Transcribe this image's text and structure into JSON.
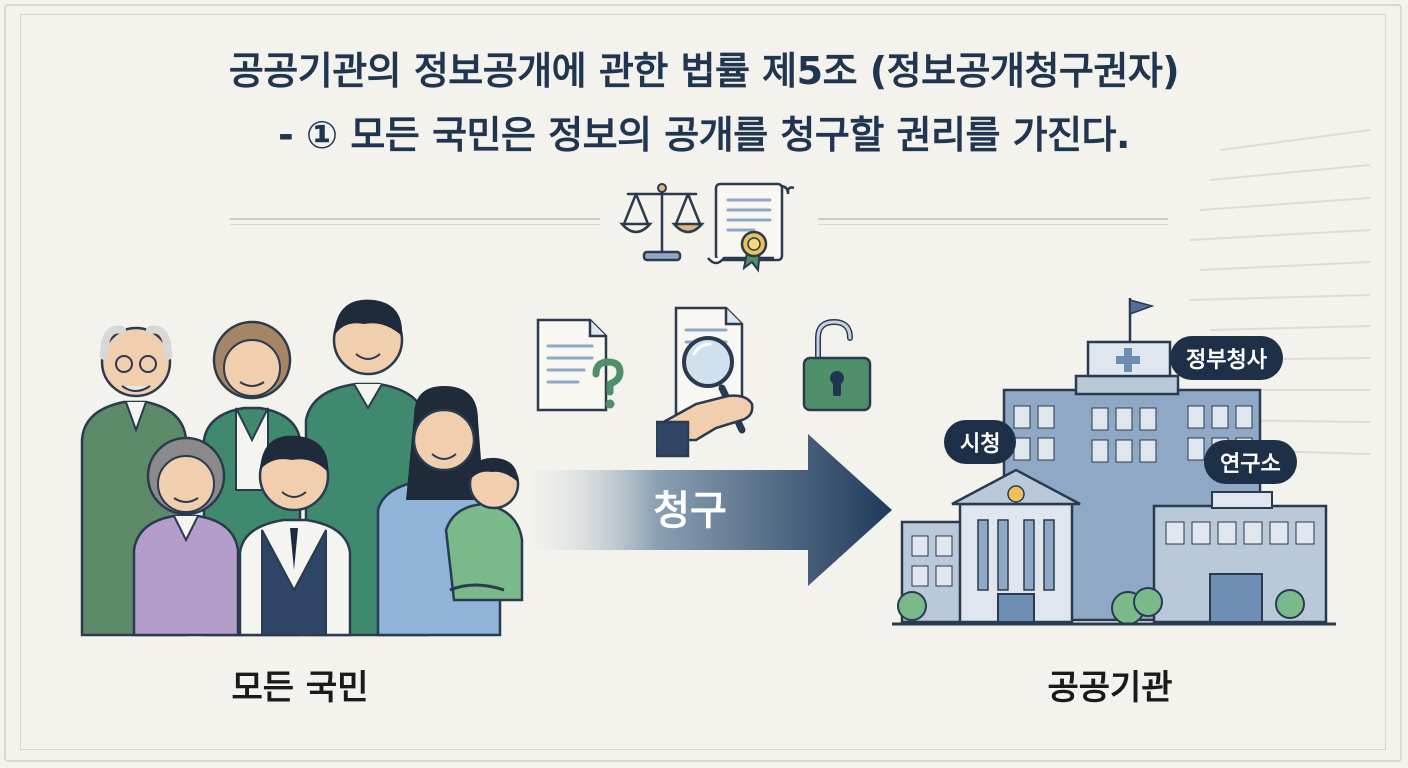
{
  "title": {
    "line1": "공공기관의 정보공개에 관한 법률 제5조 (정보공개청구권자)",
    "line2": "- ① 모든 국민은 정보의 공개를 청구할 권리를 가진다."
  },
  "left_caption": "모든 국민",
  "right_caption": "공공기관",
  "arrow_label": "청구",
  "building_labels": {
    "government": "정부청사",
    "city_hall": "시청",
    "institute": "연구소"
  },
  "colors": {
    "title": "#1f3550",
    "navy": "#1e2f48",
    "arrow_start": "#eef0ea",
    "arrow_end": "#1f3a5a",
    "lock_green": "#4f8f6a",
    "building_blue": "#8fa8c6"
  },
  "icons": [
    "scale-icon",
    "document-seal-icon",
    "document-question-icon",
    "magnifier-document-icon",
    "unlocked-padlock-icon"
  ]
}
